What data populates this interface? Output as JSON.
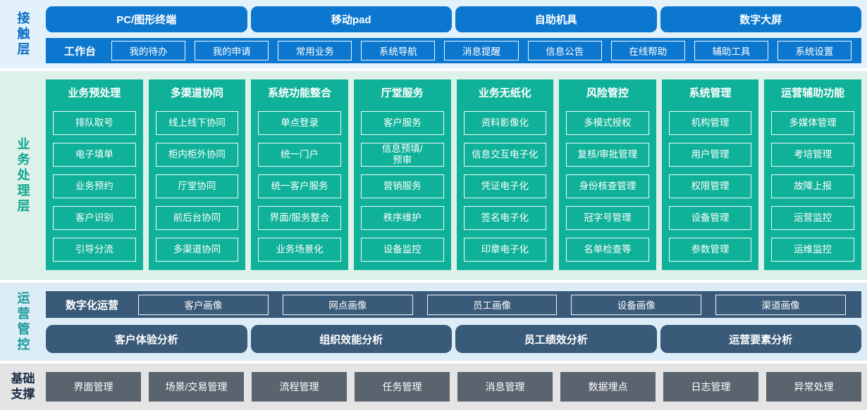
{
  "colors": {
    "blue": "#0b77cf",
    "teal": "#0fb199",
    "slate_blue": "#3a5a7a",
    "gray": "#5a646e",
    "contact_bg": "#e3f1fb",
    "business_bg": "#def1ea",
    "operations_bg": "#dcedf8",
    "foundation_bg": "#e4e4e5"
  },
  "layers": {
    "contact": {
      "label": "接触层",
      "terminals": [
        "PC/图形终端",
        "移动pad",
        "自助机具",
        "数字大屏"
      ],
      "workbench": {
        "label": "工作台",
        "items": [
          "我的待办",
          "我的申请",
          "常用业务",
          "系统导航",
          "消息提醒",
          "信息公告",
          "在线帮助",
          "辅助工具",
          "系统设置"
        ]
      }
    },
    "business": {
      "label": "业务处理层",
      "columns": [
        {
          "title": "业务预处理",
          "items": [
            "排队取号",
            "电子填单",
            "业务预约",
            "客户识别",
            "引导分流"
          ]
        },
        {
          "title": "多渠道协同",
          "items": [
            "线上线下协同",
            "柜内柜外协同",
            "厅堂协同",
            "前后台协同",
            "多渠道协同"
          ]
        },
        {
          "title": "系统功能整合",
          "items": [
            "单点登录",
            "统一门户",
            "统一客户服务",
            "界面/服务整合",
            "业务场景化"
          ]
        },
        {
          "title": "厅堂服务",
          "items": [
            "客户服务",
            "信息预填/\n预审",
            "营销服务",
            "秩序维护",
            "设备监控"
          ]
        },
        {
          "title": "业务无纸化",
          "items": [
            "资料影像化",
            "信息交互电子化",
            "凭证电子化",
            "签名电子化",
            "印章电子化"
          ]
        },
        {
          "title": "风险管控",
          "items": [
            "多模式授权",
            "复核/审批管理",
            "身份核查管理",
            "冠字号管理",
            "名单检查等"
          ]
        },
        {
          "title": "系统管理",
          "items": [
            "机构管理",
            "用户管理",
            "权限管理",
            "设备管理",
            "参数管理"
          ]
        },
        {
          "title": "运营辅助功能",
          "items": [
            "多媒体管理",
            "考培管理",
            "故障上报",
            "运营监控",
            "运维监控"
          ]
        }
      ]
    },
    "operations": {
      "label": "运营管控",
      "digital": {
        "label": "数字化运营",
        "items": [
          "客户画像",
          "网点画像",
          "员工画像",
          "设备画像",
          "渠道画像"
        ]
      },
      "analysis": [
        "客户体验分析",
        "组织效能分析",
        "员工绩效分析",
        "运营要素分析"
      ]
    },
    "foundation": {
      "label": "基础支撑",
      "items": [
        "界面管理",
        "场景/交易管理",
        "流程管理",
        "任务管理",
        "消息管理",
        "数据埋点",
        "日志管理",
        "异常处理"
      ]
    }
  }
}
